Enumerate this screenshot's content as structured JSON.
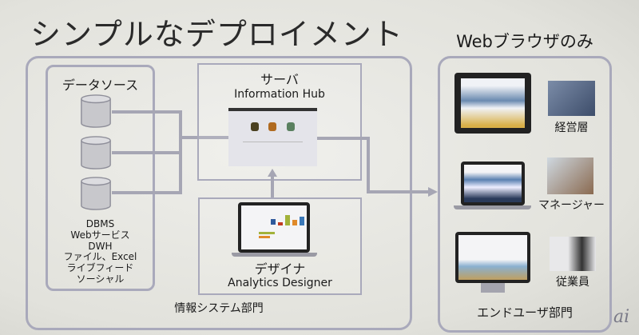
{
  "title": "シンプルなデプロイメント",
  "left": {
    "department": "情報システム部門",
    "datasource": {
      "title": "データソース",
      "items": [
        "DBMS",
        "Webサービス",
        "DWH",
        "ファイル、Excel",
        "ライブフィード",
        "ソーシャル"
      ]
    },
    "server": {
      "title": "サーバ",
      "product": "Information Hub"
    },
    "designer": {
      "title": "デザイナ",
      "product": "Analytics Designer"
    }
  },
  "right": {
    "heading": "Webブラウザのみ",
    "department": "エンドユーザ部門",
    "users": [
      {
        "label": "経営層",
        "device": "tablet"
      },
      {
        "label": "マネージャー",
        "device": "laptop"
      },
      {
        "label": "従業員",
        "device": "desktop"
      }
    ]
  },
  "colors": {
    "box_border": "#a9a9bb",
    "connector": "#a6a6b4"
  }
}
